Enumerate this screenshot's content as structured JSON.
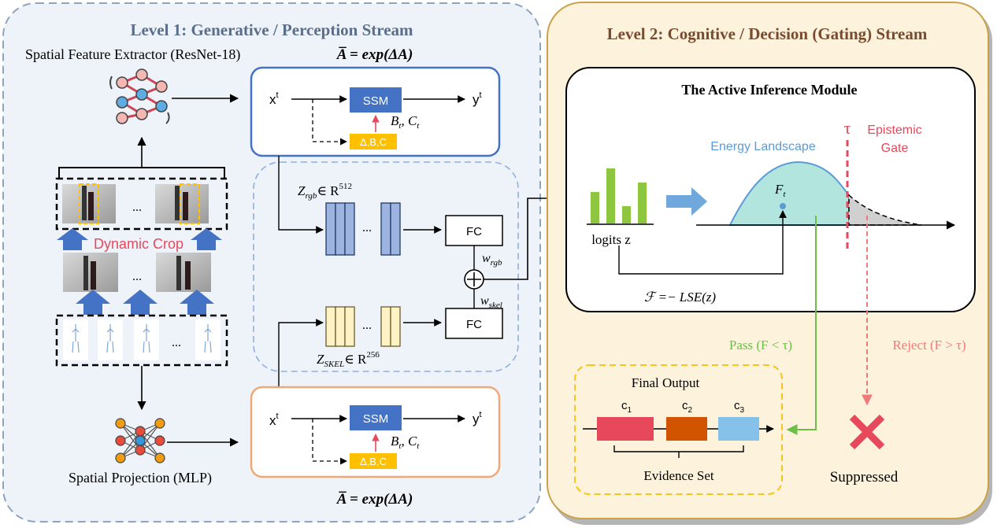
{
  "level1": {
    "title": "Level 1: Generative / Perception Stream",
    "extractor_label": "Spatial Feature Extractor (ResNet-18)",
    "projection_label": "Spatial Projection (MLP)",
    "dynamic_crop_label": "Dynamic Crop",
    "ellipsis": "...",
    "ssm_top": {
      "formula_pre": "A̅ = exp(ΔA)",
      "input": "x",
      "input_sup": "t",
      "output": "y",
      "output_sup": "t",
      "ssm_label": "SSM",
      "param_label": "Δ,B,C",
      "bc_label": "B",
      "bc_sub": "t",
      "bc_c": ", C",
      "bc_c_sub": "t"
    },
    "ssm_bottom": {
      "formula_post": "A̅ = exp(ΔA)",
      "input": "x",
      "input_sup": "t",
      "output": "y",
      "output_sup": "t",
      "ssm_label": "SSM",
      "param_label": "Δ,B,C",
      "bc_label": "B",
      "bc_sub": "t",
      "bc_c": ", C",
      "bc_c_sub": "t"
    },
    "fusion": {
      "z_rgb": "Z",
      "z_rgb_sub": "rgb",
      "z_rgb_in": "∈ R",
      "z_rgb_sup": "512",
      "z_skel": "Z",
      "z_skel_sub": "SKEL",
      "z_skel_in": "∈ R",
      "z_skel_sup": "256",
      "fc_top": "FC",
      "fc_bottom": "FC",
      "w_rgb": "w",
      "w_rgb_sub": "rgb",
      "w_skel": "w",
      "w_skel_sub": "skel"
    }
  },
  "level2": {
    "title": "Level 2: Cognitive / Decision (Gating) Stream",
    "module_title": "The Active Inference Module",
    "energy_label": "Energy Landscape",
    "tau": "τ",
    "gate_line1": "Epistemic",
    "gate_line2": "Gate",
    "f_label": "F",
    "f_sub": "t",
    "logits_label": "logits z",
    "free_energy": "ℱ =− LSE(z)",
    "pass_label": "Pass (F < τ)",
    "reject_label": "Reject (F > τ)",
    "final_output": "Final Output",
    "evidence_set": "Evidence Set",
    "suppressed": "Suppressed",
    "classes": [
      {
        "label": "c",
        "sub": "1",
        "color": "#e8485c"
      },
      {
        "label": "c",
        "sub": "2",
        "color": "#d35400"
      },
      {
        "label": "c",
        "sub": "3",
        "color": "#85c1e9"
      }
    ]
  },
  "colors": {
    "level1_title": "#5a6e8c",
    "level2_title": "#7a4a2e",
    "level1_bg": "#eef3fa",
    "level2_bg": "#fdf3dc",
    "ssm_box": "#4472c4",
    "param_box": "#ffc000",
    "feature_blue": "#9db4e0",
    "feature_yellow": "#fff2c4",
    "energy_fill": "#b3e5df",
    "energy_stroke": "#5b9bd5",
    "gate": "#e8485c",
    "pass": "#6cc04a",
    "reject": "#f07a7a",
    "bars": "#8dc63f",
    "dynamic_crop": "#e8485c"
  }
}
